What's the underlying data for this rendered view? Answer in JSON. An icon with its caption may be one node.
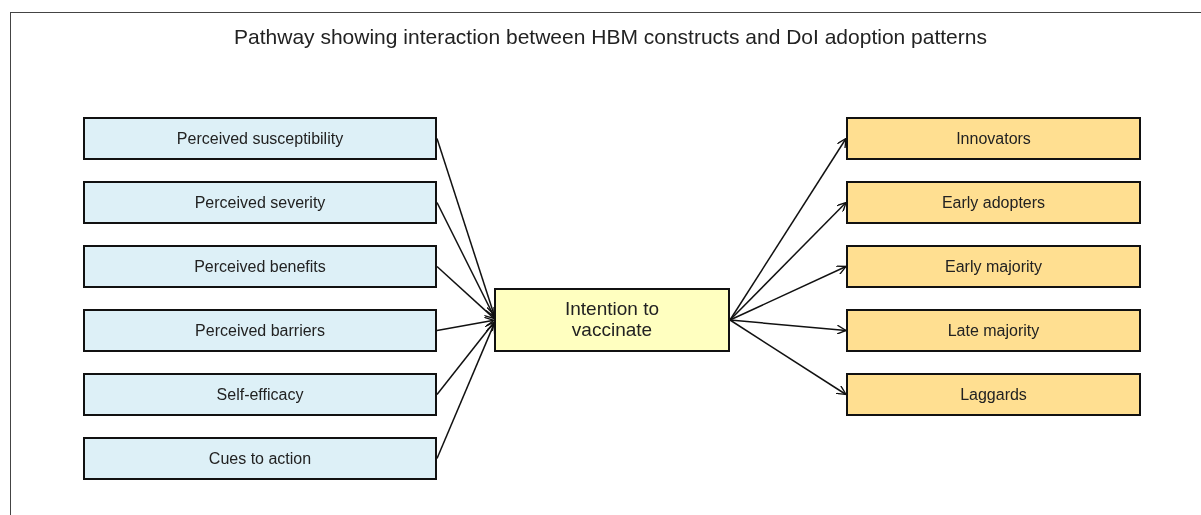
{
  "diagram": {
    "title": "Pathway showing interaction between HBM constructs and DoI adoption patterns",
    "nodes": [
      {
        "text": [
          "Perceived susceptibility"
        ]
      },
      {
        "text": [
          "Perceived severity"
        ]
      },
      {
        "text": [
          "Perceived benefits"
        ]
      },
      {
        "text": [
          "Perceived barriers"
        ]
      },
      {
        "text": [
          "Self-efficacy"
        ]
      },
      {
        "text": [
          "Cues to action"
        ]
      },
      {
        "text": [
          "Intention to vaccinate"
        ]
      },
      {
        "text": [
          "Innovators"
        ]
      },
      {
        "text": [
          "Early adopters"
        ]
      },
      {
        "text": [
          "Early majority"
        ]
      },
      {
        "text": [
          "Late majority"
        ]
      },
      {
        "text": [
          "Laggards"
        ]
      }
    ],
    "edges": [
      {
        "from": 0,
        "to": 6,
        "arrow": "to"
      },
      {
        "from": 1,
        "to": 6,
        "arrow": "to"
      },
      {
        "from": 2,
        "to": 6,
        "arrow": "to"
      },
      {
        "from": 3,
        "to": 6,
        "arrow": "to"
      },
      {
        "from": 4,
        "to": 6,
        "arrow": "to"
      },
      {
        "from": 5,
        "to": 6,
        "arrow": "to"
      },
      {
        "from": 6,
        "to": 7,
        "arrow": "to"
      },
      {
        "from": 6,
        "to": 8,
        "arrow": "to"
      },
      {
        "from": 6,
        "to": 9,
        "arrow": "to"
      },
      {
        "from": 6,
        "to": 10,
        "arrow": "to"
      },
      {
        "from": 6,
        "to": 11,
        "arrow": "to"
      }
    ]
  }
}
